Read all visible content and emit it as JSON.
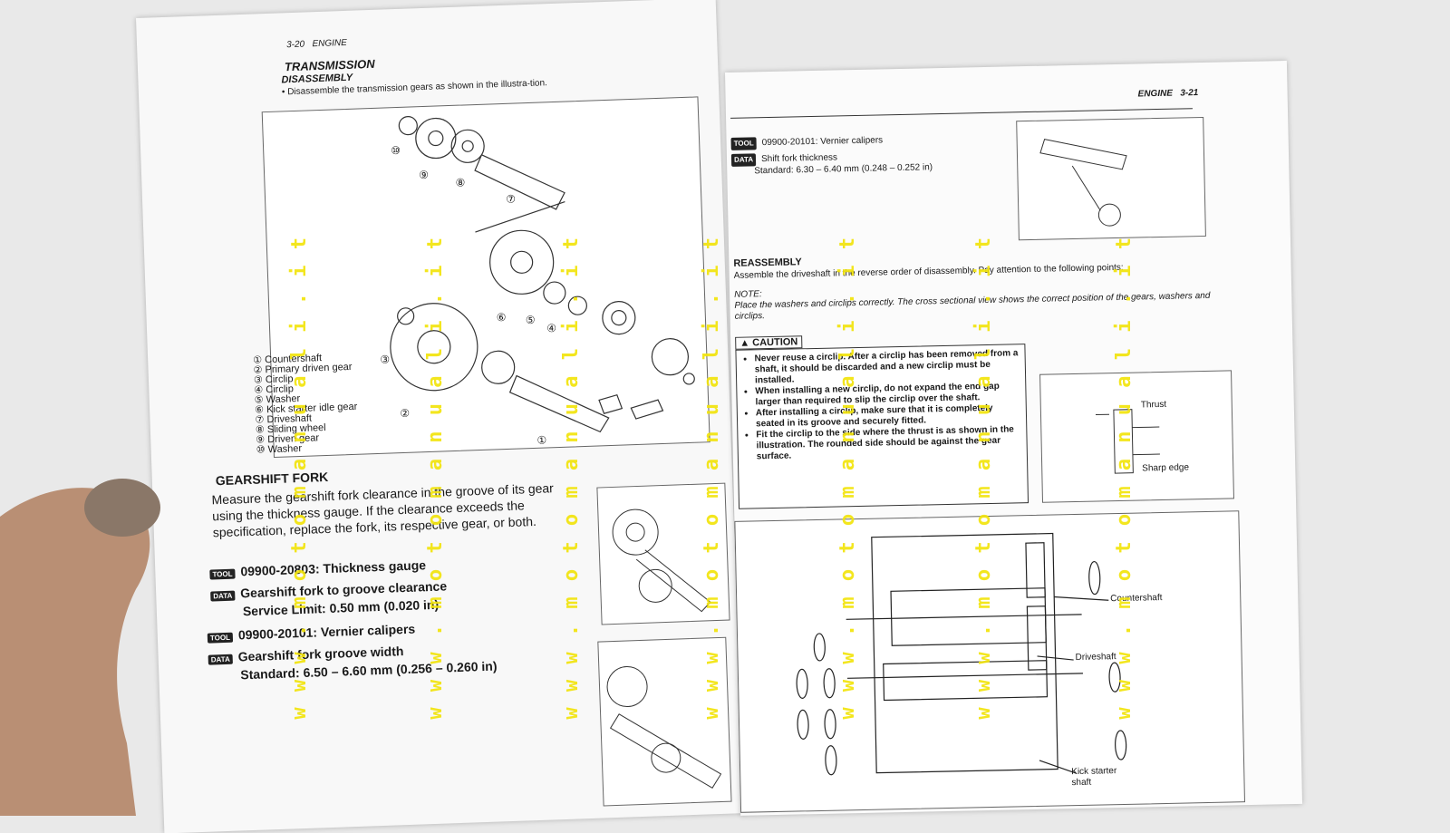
{
  "left_page": {
    "page_no": "3-20",
    "section": "ENGINE",
    "title": "TRANSMISSION",
    "subtitle": "DISASSEMBLY",
    "bullet": "• Disassemble the transmission gears as shown in the illustra-tion.",
    "legend": [
      "① Countershaft",
      "② Primary driven gear",
      "③ Circlip",
      "④ Circlip",
      "⑤ Washer",
      "⑥ Kick starter idle gear",
      "⑦ Driveshaft",
      "⑧ Sliding wheel",
      "⑨ Driven gear",
      "⑩ Washer"
    ],
    "callouts": [
      "⑩",
      "⑨",
      "⑧",
      "⑦",
      "⑥",
      "⑤",
      "④",
      "③",
      "②",
      "①"
    ],
    "gearshift_title": "GEARSHIFT FORK",
    "gearshift_text": "Measure the gearshift fork clearance in the groove of its gear using the thickness gauge. If the clearance exceeds the specification, replace the fork, its respective gear, or both.",
    "tool1": "09900-20803: Thickness gauge",
    "data1_title": "Gearshift fork to groove clearance",
    "data1_value": "Service Limit: 0.50 mm (0.020 in)",
    "tool2": "09900-20101: Vernier calipers",
    "data2_title": "Gearshift fork groove width",
    "data2_value": "Standard: 6.50 – 6.60 mm (0.256 – 0.260 in)"
  },
  "right_page": {
    "section": "ENGINE",
    "page_no": "3-21",
    "tool": "09900-20101: Vernier calipers",
    "data_title": "Shift fork thickness",
    "data_value": "Standard: 6.30 – 6.40 mm (0.248 – 0.252 in)",
    "reassembly_title": "REASSEMBLY",
    "reassembly_text": "Assemble the driveshaft in the reverse order of disassembly. Pay attention to the following points:",
    "note_label": "NOTE:",
    "note_text": "Place the washers and circlips correctly. The cross sectional view shows the correct position of the gears, washers and circlips.",
    "caution_label": "CAUTION",
    "caution_items": [
      "Never reuse a circlip. After a circlip has been removed from a shaft, it should be discarded and a new circlip must be installed.",
      "When installing a new circlip, do not expand the end gap larger than required to slip the circlip over the shaft.",
      "After installing a circlip, make sure that it is completely seated in its groove and securely fitted.",
      "Fit the circlip to the side where the thrust is as shown in the illustration. The rounded side should be against the gear surface."
    ],
    "thrust_label": "Thrust",
    "sharp_edge_label": "Sharp edge",
    "cs_labels": {
      "countershaft": "Countershaft",
      "driveshaft": "Driveshaft",
      "kick": "Kick starter shaft"
    }
  },
  "tag_labels": {
    "tool": "TOOL",
    "data": "DATA"
  },
  "watermark": "w w w . m o t o m a n u a l i . i t"
}
